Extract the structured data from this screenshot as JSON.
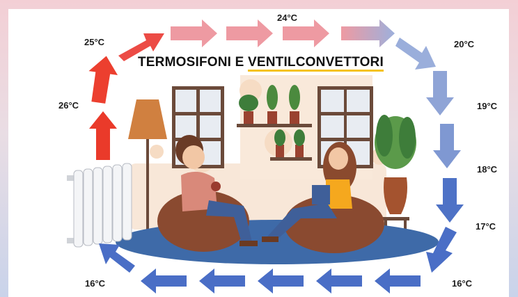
{
  "title": {
    "part1": "TERMOSIFONI E ",
    "part2": "VENTILCONVETTORI"
  },
  "temperatures": {
    "t_26": "26°C",
    "t_25": "25°C",
    "t_24": "24°C",
    "t_20": "20°C",
    "t_19": "19°C",
    "t_18": "18°C",
    "t_17": "17°C",
    "t_16_right": "16°C",
    "t_16_left": "16°C"
  },
  "colors": {
    "hot_arrow": "#ea3a2a",
    "warm_arrow": "#ee9aa2",
    "cool_arrow": "#93a6d6",
    "cold_arrow": "#4a6ec6",
    "rug": "#3e6aa8",
    "beanbag": "#8a4a30",
    "wall_shelf": "#f7e4d3"
  },
  "icons": {
    "radiator": "radiator-icon",
    "lamp": "floor-lamp-icon",
    "plants": "plant-icon"
  }
}
